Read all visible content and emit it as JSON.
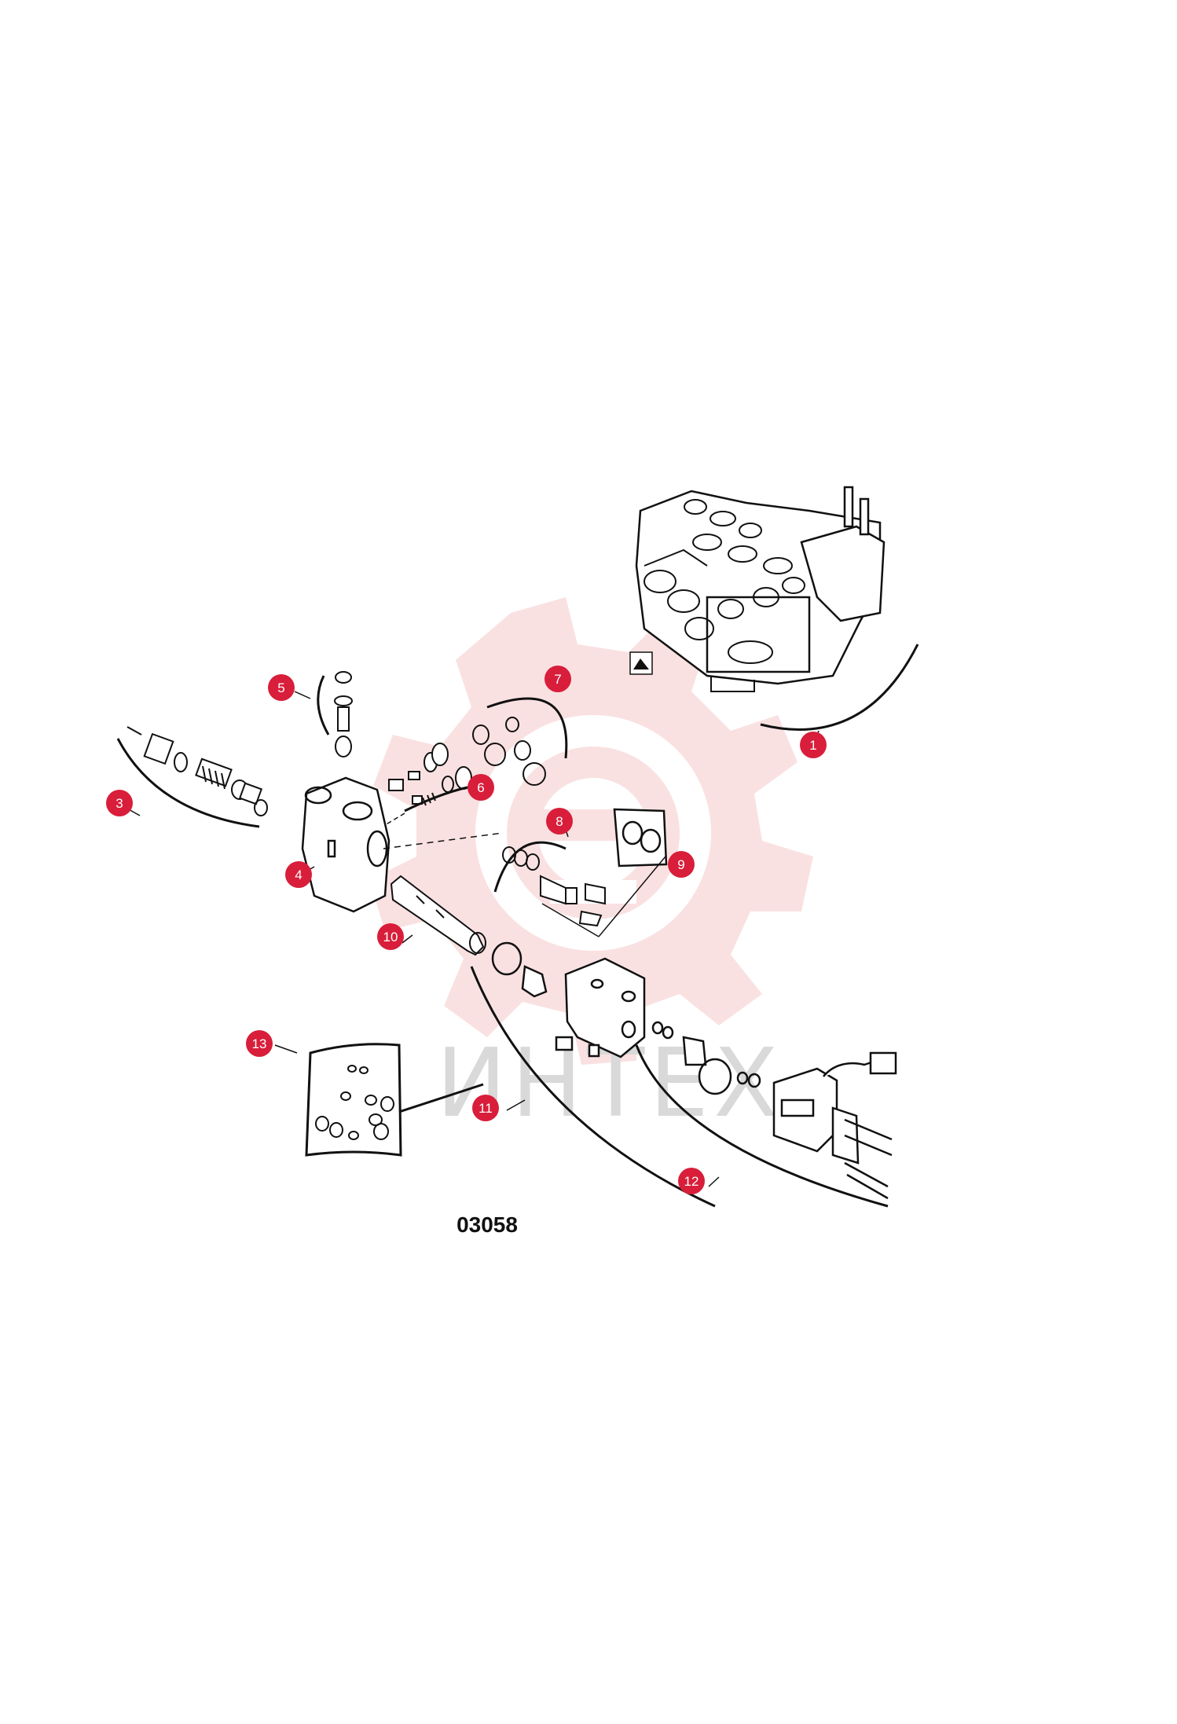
{
  "figure_number": "03058",
  "watermark_text": "ИНТЕХ",
  "colors": {
    "callout": "#d81e3a",
    "watermark": "#f6c9c9",
    "line": "#111111"
  },
  "callouts": [
    {
      "id": "1",
      "label": "1"
    },
    {
      "id": "3",
      "label": "3"
    },
    {
      "id": "4",
      "label": "4"
    },
    {
      "id": "5",
      "label": "5"
    },
    {
      "id": "6",
      "label": "6"
    },
    {
      "id": "7",
      "label": "7"
    },
    {
      "id": "8",
      "label": "8"
    },
    {
      "id": "9",
      "label": "9"
    },
    {
      "id": "10",
      "label": "10"
    },
    {
      "id": "11",
      "label": "11"
    },
    {
      "id": "12",
      "label": "12"
    },
    {
      "id": "13",
      "label": "13"
    }
  ]
}
